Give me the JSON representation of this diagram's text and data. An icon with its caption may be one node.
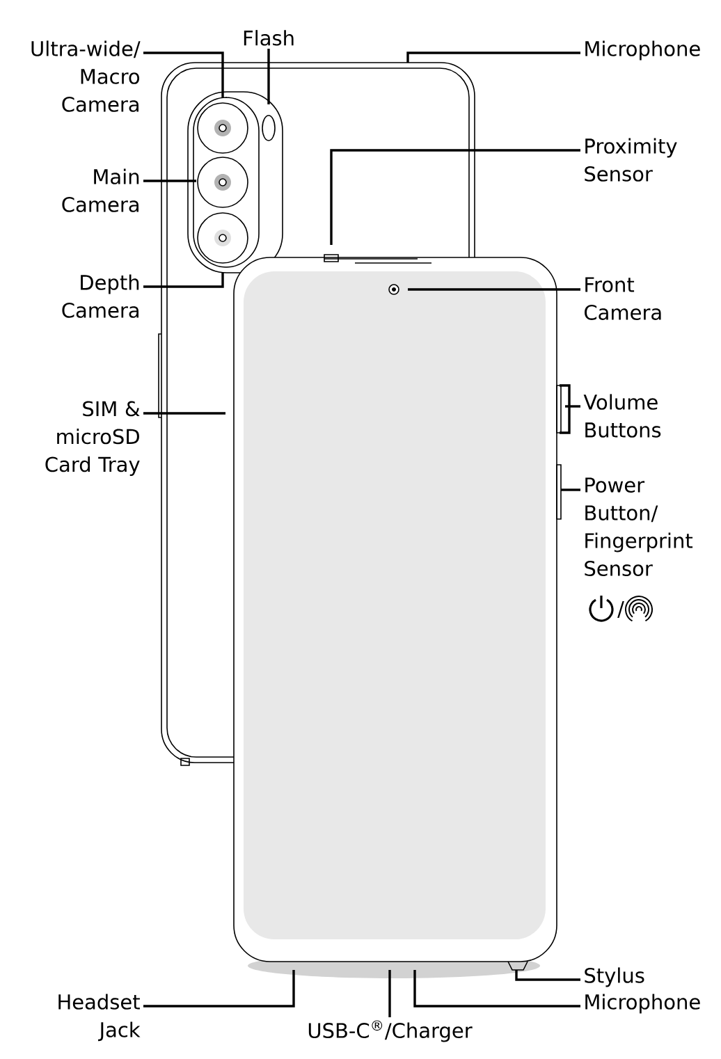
{
  "diagram": {
    "nodes": [
      {
        "text": [
          "Ultra-wide/ Macro Camera"
        ]
      },
      {
        "text": [
          "Flash"
        ]
      },
      {
        "text": [
          "Microphone"
        ]
      },
      {
        "text": [
          "Proximity Sensor"
        ]
      },
      {
        "text": [
          "Main Camera"
        ]
      },
      {
        "text": [
          "Depth Camera"
        ]
      },
      {
        "text": [
          "Front Camera"
        ]
      },
      {
        "text": [
          "SIM & microSD Card Tray"
        ]
      },
      {
        "text": [
          "Volume Buttons"
        ]
      },
      {
        "text": [
          "Power Button/ Fingerprint Sensor"
        ]
      },
      {
        "text": [
          "Headset Jack"
        ]
      },
      {
        "text": [
          "USB-C$^{®}$/Charger"
        ]
      },
      {
        "text": [
          "Stylus"
        ]
      },
      {
        "text": [
          "Microphone"
        ]
      }
    ],
    "edges": [
      {
        "from": 0,
        "to": null,
        "arrow": "none"
      },
      {
        "from": 1,
        "to": null,
        "arrow": "none"
      },
      {
        "from": 2,
        "to": null,
        "arrow": "none"
      },
      {
        "from": 3,
        "to": null,
        "arrow": "none"
      },
      {
        "from": 4,
        "to": null,
        "arrow": "none"
      },
      {
        "from": 5,
        "to": null,
        "arrow": "none"
      },
      {
        "from": 6,
        "to": null,
        "arrow": "none"
      },
      {
        "from": 7,
        "to": null,
        "arrow": "none"
      },
      {
        "from": 8,
        "to": null,
        "arrow": "none"
      },
      {
        "from": 9,
        "to": null,
        "arrow": "none"
      },
      {
        "from": 10,
        "to": null,
        "arrow": "none"
      },
      {
        "from": 11,
        "to": null,
        "arrow": "none"
      },
      {
        "from": 12,
        "to": null,
        "arrow": "none"
      },
      {
        "from": 13,
        "to": null,
        "arrow": "none"
      }
    ],
    "labels": [
      "/"
    ]
  }
}
